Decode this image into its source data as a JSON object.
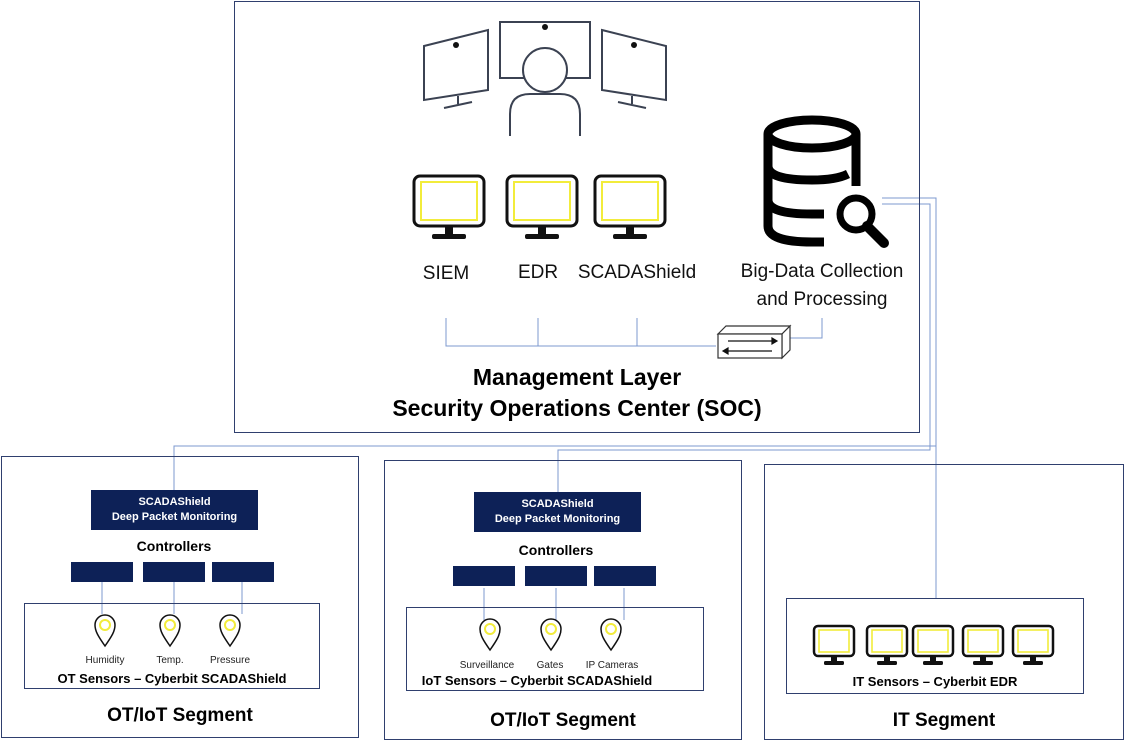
{
  "soc": {
    "tools": [
      {
        "label": "SIEM",
        "icon": "monitor-icon"
      },
      {
        "label": "EDR",
        "icon": "monitor-icon"
      },
      {
        "label": "SCADAShield",
        "icon": "monitor-icon"
      }
    ],
    "bigdata_line1": "Big-Data Collection",
    "bigdata_line2": "and Processing",
    "title_line1": "Management Layer",
    "title_line2": "Security Operations Center (SOC)"
  },
  "segments": [
    {
      "dpm_line1": "SCADAShield",
      "dpm_line2": "Deep Packet Monitoring",
      "controllers": "Controllers",
      "sensors": [
        "Humidity",
        "Temp.",
        "Pressure"
      ],
      "sensors_title": "OT  Sensors – Cyberbit SCADAShield",
      "title": "OT/IoT Segment"
    },
    {
      "dpm_line1": "SCADAShield",
      "dpm_line2": "Deep Packet Monitoring",
      "controllers": "Controllers",
      "sensors": [
        "Surveillance",
        "Gates",
        "IP Cameras"
      ],
      "sensors_title": "IoT Sensors – Cyberbit SCADAShield",
      "title": "OT/IoT Segment"
    },
    {
      "sensors_title": "IT  Sensors – Cyberbit EDR",
      "title": "IT Segment"
    }
  ],
  "colors": {
    "navy": "#0d2157",
    "border": "#2f3f6e",
    "wire": "#6f8fc9",
    "screen": "#f2ec3b",
    "icon_gray": "#3b4252"
  }
}
